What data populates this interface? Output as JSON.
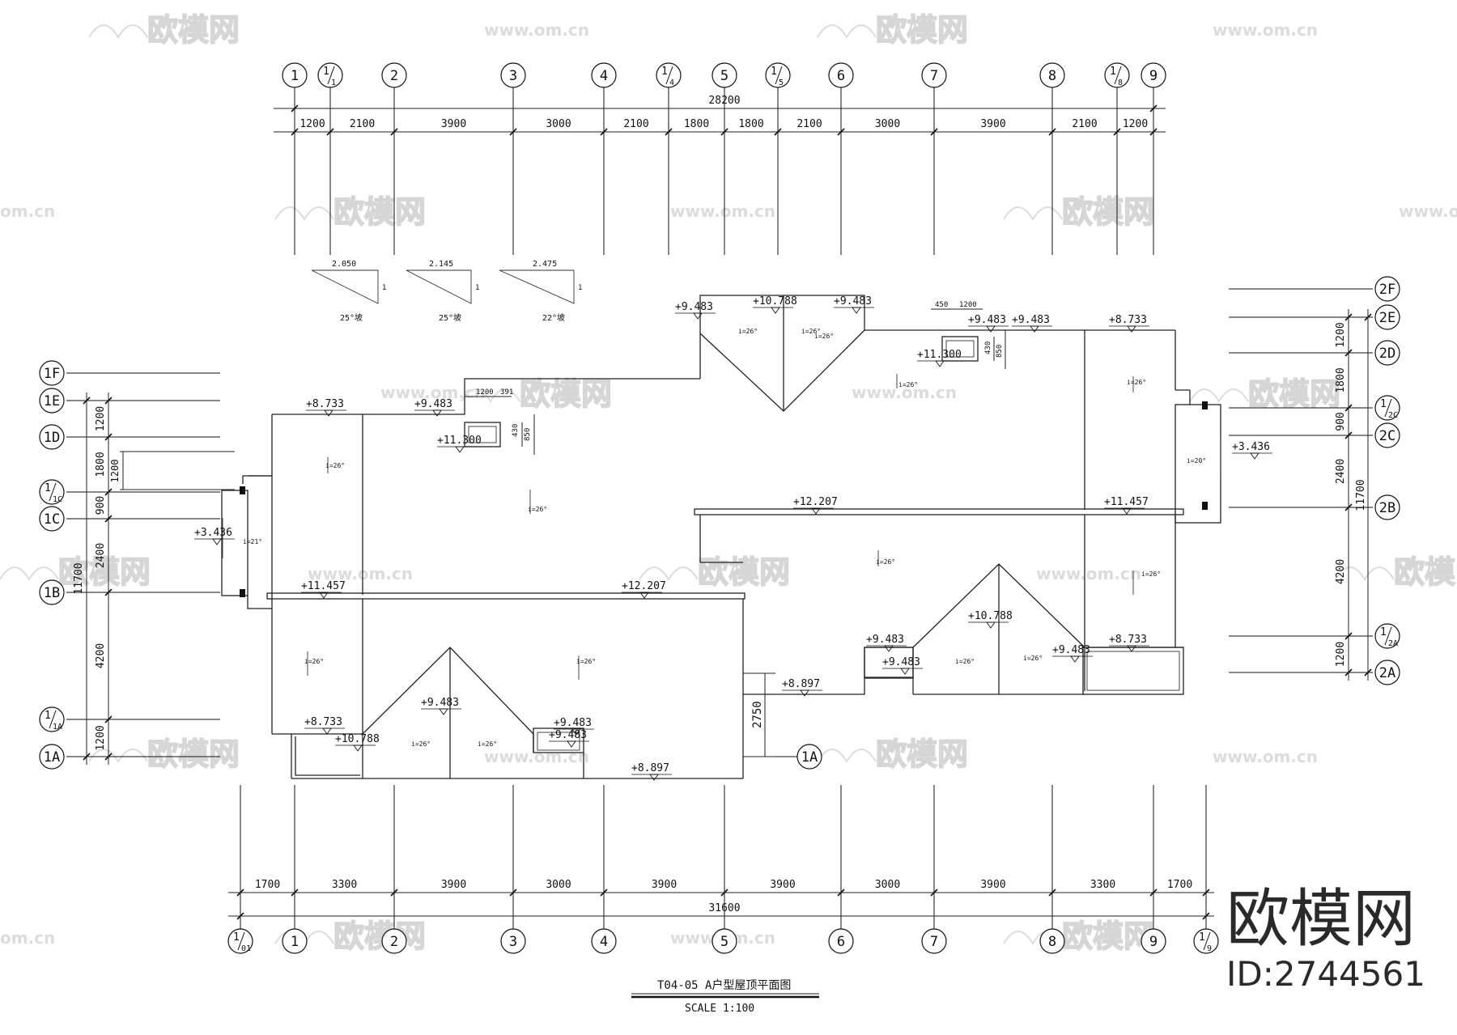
{
  "watermark": {
    "brand": "欧模网",
    "url": "www.om.cn",
    "url_short": "om.cn"
  },
  "brand_corner": {
    "name": "欧模网",
    "id": "ID:2744561"
  },
  "drawing_title": {
    "title": "T04-05 A户型屋顶平面图",
    "scale": "SCALE 1:100"
  },
  "grid_top": [
    {
      "label": "1"
    },
    {
      "label": "1/1"
    },
    {
      "label": "2"
    },
    {
      "label": "3"
    },
    {
      "label": "4"
    },
    {
      "label": "1/4"
    },
    {
      "label": "5"
    },
    {
      "label": "1/5"
    },
    {
      "label": "6"
    },
    {
      "label": "7"
    },
    {
      "label": "8"
    },
    {
      "label": "1/8"
    },
    {
      "label": "9"
    }
  ],
  "grid_bottom": [
    {
      "label": "1/01"
    },
    {
      "label": "1"
    },
    {
      "label": "2"
    },
    {
      "label": "3"
    },
    {
      "label": "4"
    },
    {
      "label": "5"
    },
    {
      "label": "6"
    },
    {
      "label": "7"
    },
    {
      "label": "8"
    },
    {
      "label": "9"
    },
    {
      "label": "1/9"
    }
  ],
  "grid_left": [
    {
      "label": "1F"
    },
    {
      "label": "1E"
    },
    {
      "label": "1D"
    },
    {
      "label": "1/1C"
    },
    {
      "label": "1C"
    },
    {
      "label": "1B"
    },
    {
      "label": "1/1A"
    },
    {
      "label": "1A"
    }
  ],
  "grid_right": [
    {
      "label": "2F"
    },
    {
      "label": "2E"
    },
    {
      "label": "2D"
    },
    {
      "label": "1/2C"
    },
    {
      "label": "2C"
    },
    {
      "label": "2B"
    },
    {
      "label": "1/2A"
    },
    {
      "label": "2A"
    }
  ],
  "grid_mid_label": "1A",
  "dims_top": {
    "total": "28200",
    "segments": [
      "1200",
      "2100",
      "3900",
      "3000",
      "2100",
      "1800",
      "1800",
      "2100",
      "3000",
      "3900",
      "2100",
      "1200"
    ]
  },
  "dims_bottom": {
    "total": "31600",
    "segments": [
      "1700",
      "3300",
      "3900",
      "3000",
      "3900",
      "3900",
      "3000",
      "3900",
      "3300",
      "1700"
    ]
  },
  "dims_left": {
    "total": "11700",
    "segments": [
      "1200",
      "1800",
      "900",
      "2400",
      "4200",
      "1200"
    ],
    "inner": "1200"
  },
  "dims_right": {
    "total": "11700",
    "segments": [
      "1200",
      "1800",
      "900",
      "2400",
      "4200",
      "1200"
    ]
  },
  "dim_2750": "2750",
  "slope_legend": [
    {
      "top": "2.050",
      "side": "1",
      "caption": "25°坡"
    },
    {
      "top": "2.145",
      "side": "1",
      "caption": "25°坡"
    },
    {
      "top": "2.475",
      "side": "1",
      "caption": "22°坡"
    }
  ],
  "chimney_dims": {
    "w1": "1200",
    "w2": "391",
    "h1": "430",
    "h2": "850",
    "w3": "450",
    "w4": "1200",
    "h3": "430",
    "h4": "850"
  },
  "elevations": [
    "+8.733",
    "+9.483",
    "+11.300",
    "+3.436",
    "+11.457",
    "+12.207",
    "+8.733",
    "+9.483",
    "+10.788",
    "+9.483",
    "+9.483",
    "+8.897",
    "+9.483",
    "+10.788",
    "+9.483",
    "+9.483",
    "+11.300",
    "+9.483",
    "+8.733",
    "+3.436",
    "+12.207",
    "+11.457",
    "+9.483",
    "+9.483",
    "+10.788",
    "+9.483",
    "+8.733",
    "+8.897"
  ],
  "slopes": [
    "i=26°",
    "i=26°",
    "i=21°",
    "i=26°",
    "i=26°",
    "i=26°",
    "i=26°",
    "i=26°",
    "i=26°",
    "i=26°",
    "i=26°",
    "i=26°",
    "i=26°",
    "i=26°",
    "i=26°",
    "i=20°",
    "i=26°"
  ]
}
